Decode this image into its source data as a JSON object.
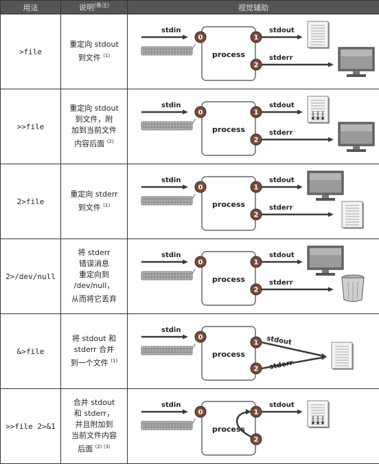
{
  "header": {
    "usage": "用法",
    "desc": "说明",
    "note": "(备注)",
    "visual": "视觉辅助"
  },
  "labels": {
    "stdin": "stdin",
    "stdout": "stdout",
    "stderr": "stderr",
    "process": "process",
    "fd0": "0",
    "fd1": "1",
    "fd2": "2"
  },
  "rows": [
    {
      "usage": ">file",
      "desc": "重定向 stdout\n到文件",
      "note": "(1)"
    },
    {
      "usage": ">>file",
      "desc": "重定向 stdout\n到文件，附\n加到当前文件\n内容后面",
      "note": "(2)"
    },
    {
      "usage": "2>file",
      "desc": "重定向 stderr\n到文件",
      "note": "(1)"
    },
    {
      "usage": "2>/dev/null",
      "desc": "将 stderr\n错误消息\n重定向到\n/dev/null，\n从而将它丢弃",
      "note": ""
    },
    {
      "usage": "&>file",
      "desc": "将 stdout 和\nstderr 合并\n到一个文件",
      "note": "(1)"
    },
    {
      "usage": ">>file 2>&1",
      "desc": "合并 stdout\n和 stderr，\n并且附加到\n当前文件内容\n后面",
      "note": "(2) (3)"
    }
  ],
  "colors": {
    "header_bg": "#555555",
    "circle": "#7a4a3a",
    "arrow": "#3a3a3a"
  }
}
